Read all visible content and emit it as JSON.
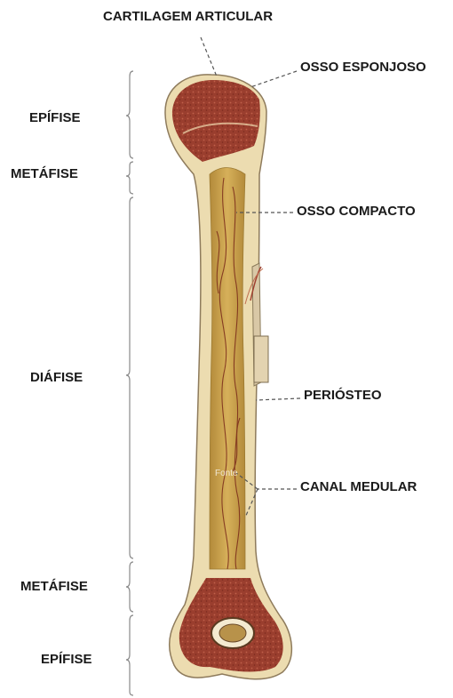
{
  "labels": {
    "cartilagem_articular": "CARTILAGEM ARTICULAR",
    "osso_esponjoso": "OSSO ESPONJOSO",
    "osso_compacto": "OSSO COMPACTO",
    "periosteo": "PERIÓSTEO",
    "canal_medular": "CANAL MEDULAR"
  },
  "regions": {
    "epifise_superior": "EPÍFISE",
    "metafise_superior": "METÁFISE",
    "diafise": "DIÁFISE",
    "metafise_inferior": "METÁFISE",
    "epifise_inferior": "EPÍFISE"
  },
  "watermark": "Fonte",
  "colors": {
    "spongy_bone": "#9a3e2e",
    "compact_bone": "#ead7a8",
    "marrow": "#caa24c",
    "vessel": "#7a2a1a",
    "label_text": "#1a1a1a",
    "leader_line": "#555555"
  }
}
